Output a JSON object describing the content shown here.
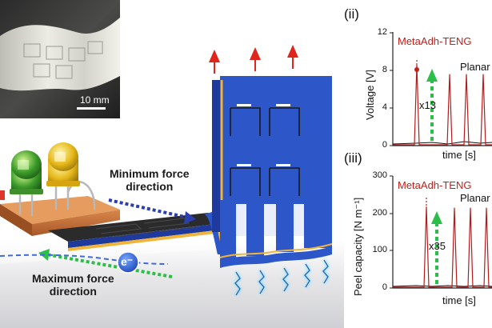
{
  "photo": {
    "scale_label": "10 mm"
  },
  "diagram": {
    "min_force_label": "Minimum force direction",
    "min_force_lines": [
      "Minimum force",
      "direction"
    ],
    "max_force_lines": [
      "Maximum force",
      "direction"
    ],
    "electron_label": "e⁻",
    "colors": {
      "blue": "#2d57c8",
      "gold": "#f0b43a",
      "dark": "#2a2a2a",
      "green_arrow": "#2bbf4a",
      "blue_arrow": "#2b3fb0",
      "red_arrow": "#e0251b"
    }
  },
  "panels": [
    {
      "label": "(ii)",
      "series_main": "MetaAdh-TENG",
      "series_ref": "Planar",
      "multiplier": "x13",
      "ylabel": "Voltage [V]",
      "xlabel": "time [s]",
      "yticks": [
        "12",
        "8",
        "4",
        "0"
      ],
      "ylim": [
        0,
        12
      ]
    },
    {
      "label": "(iii)",
      "series_main": "MetaAdh-TENG",
      "series_ref": "Planar",
      "multiplier": "x35",
      "ylabel": "Peel capacity [N m⁻¹]",
      "xlabel": "time [s]",
      "yticks": [
        "300",
        "200",
        "100",
        "0"
      ],
      "ylim": [
        0,
        300
      ]
    }
  ],
  "chart_data": [
    {
      "type": "line",
      "ylabel": "Voltage [V]",
      "xlabel": "time [s]",
      "ylim": [
        0,
        12
      ],
      "series": [
        {
          "name": "MetaAdh-TENG",
          "peaks": [
            8.6,
            7.6,
            7.6,
            7.6
          ]
        },
        {
          "name": "Planar",
          "baseline": 0.5
        }
      ]
    },
    {
      "type": "line",
      "ylabel": "Peel capacity [N m⁻¹]",
      "xlabel": "time [s]",
      "ylim": [
        0,
        300
      ],
      "series": [
        {
          "name": "MetaAdh-TENG",
          "peaks": [
            218,
            215,
            215,
            215
          ]
        },
        {
          "name": "Planar",
          "baseline": 6
        }
      ]
    }
  ]
}
